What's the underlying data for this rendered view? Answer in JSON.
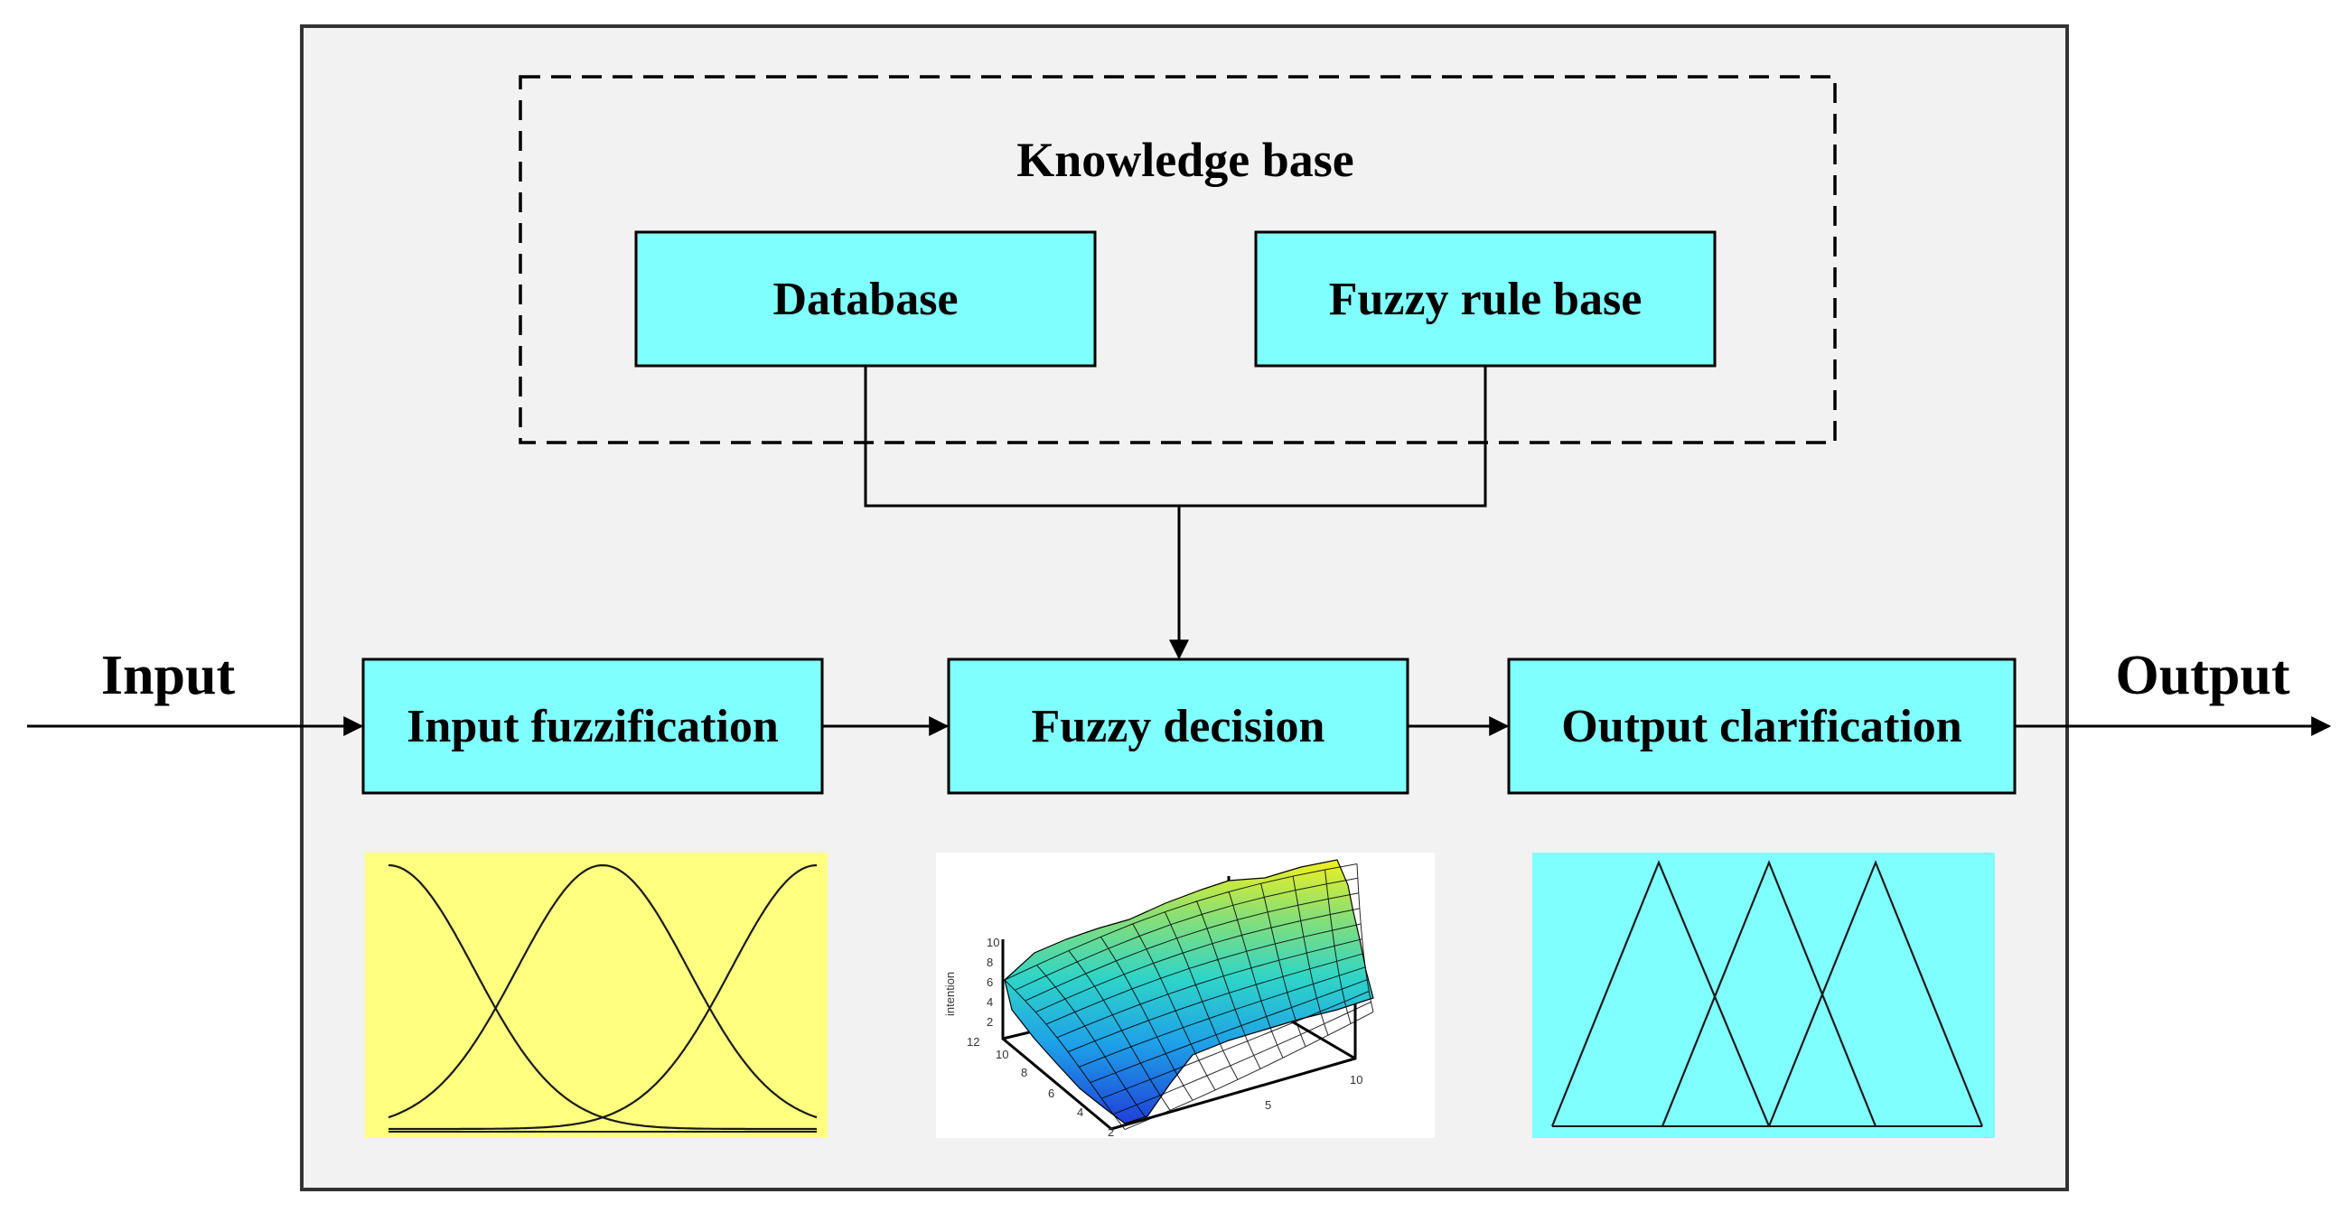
{
  "diagram": {
    "knowledge_base_title": "Knowledge base",
    "database_label": "Database",
    "rule_base_label": "Fuzzy rule base",
    "input_label": "Input",
    "output_label": "Output",
    "fuzzification_label": "Input fuzzification",
    "decision_label": "Fuzzy decision",
    "clarification_label": "Output clarification",
    "colors": {
      "block_fill": "#80ffff",
      "system_fill": "#f2f2f2",
      "gaussian_panel": "#ffff80",
      "triangle_panel": "#80ffff"
    }
  },
  "surface_plot": {
    "zlabel": "intention",
    "z_ticks": [
      "10",
      "8",
      "6",
      "4",
      "2"
    ],
    "y_ticks": [
      "12",
      "10",
      "8",
      "6",
      "4",
      "2"
    ],
    "x_ticks": [
      "10",
      "5"
    ]
  }
}
